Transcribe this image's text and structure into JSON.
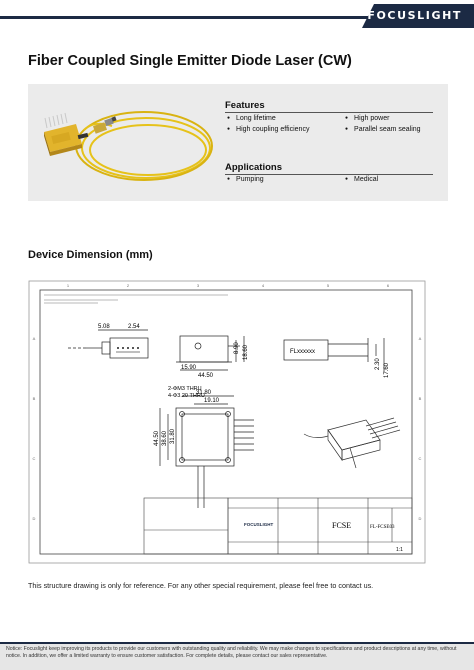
{
  "header": {
    "brand": "FOCUSLIGHT"
  },
  "title": "Fiber Coupled Single Emitter Diode Laser (CW)",
  "features": {
    "heading": "Features",
    "items": [
      "Long lifetime",
      "High power",
      "High coupling efficiency",
      "Parallel seam sealing"
    ]
  },
  "applications": {
    "heading": "Applications",
    "items": [
      "Pumping",
      "Medical"
    ]
  },
  "dimension_heading": "Device Dimension (mm)",
  "drawing": {
    "top_view": {
      "dims": [
        "5.08",
        "2.54"
      ]
    },
    "front_view": {
      "dims": [
        "15.90",
        "44.50",
        "8.90",
        "18.60"
      ]
    },
    "side_view": {
      "label": "FLxxxxxx",
      "dims": [
        "2.30",
        "17.60"
      ]
    },
    "plan_view": {
      "holes1": "2-ΦM3 THRU",
      "holes2": "4-Φ3.20 THRU",
      "dims": [
        "31.80",
        "19.10",
        "44.50",
        "38.60",
        "31.80"
      ]
    },
    "grid_numbers": [
      "1",
      "2",
      "3",
      "4",
      "5",
      "6"
    ],
    "grid_letters": [
      "A",
      "B",
      "C",
      "D"
    ],
    "title_block": {
      "brand": "FOCUSLIGHT",
      "name": "FCSE",
      "drawing_no": "FL-FCSE03",
      "scale": "1:1"
    }
  },
  "note": "This structure drawing is only for reference. For any other special requirement, please feel free to contact us.",
  "footer": "Notice: Focuslight keep improving its products to provide our customers with outstanding quality and reliability. We may make changes to specifications and product descriptions at any time, without notice. In addition, we offer a limited warranty to ensure customer satisfaction. For complete details, please contact our sales representative."
}
